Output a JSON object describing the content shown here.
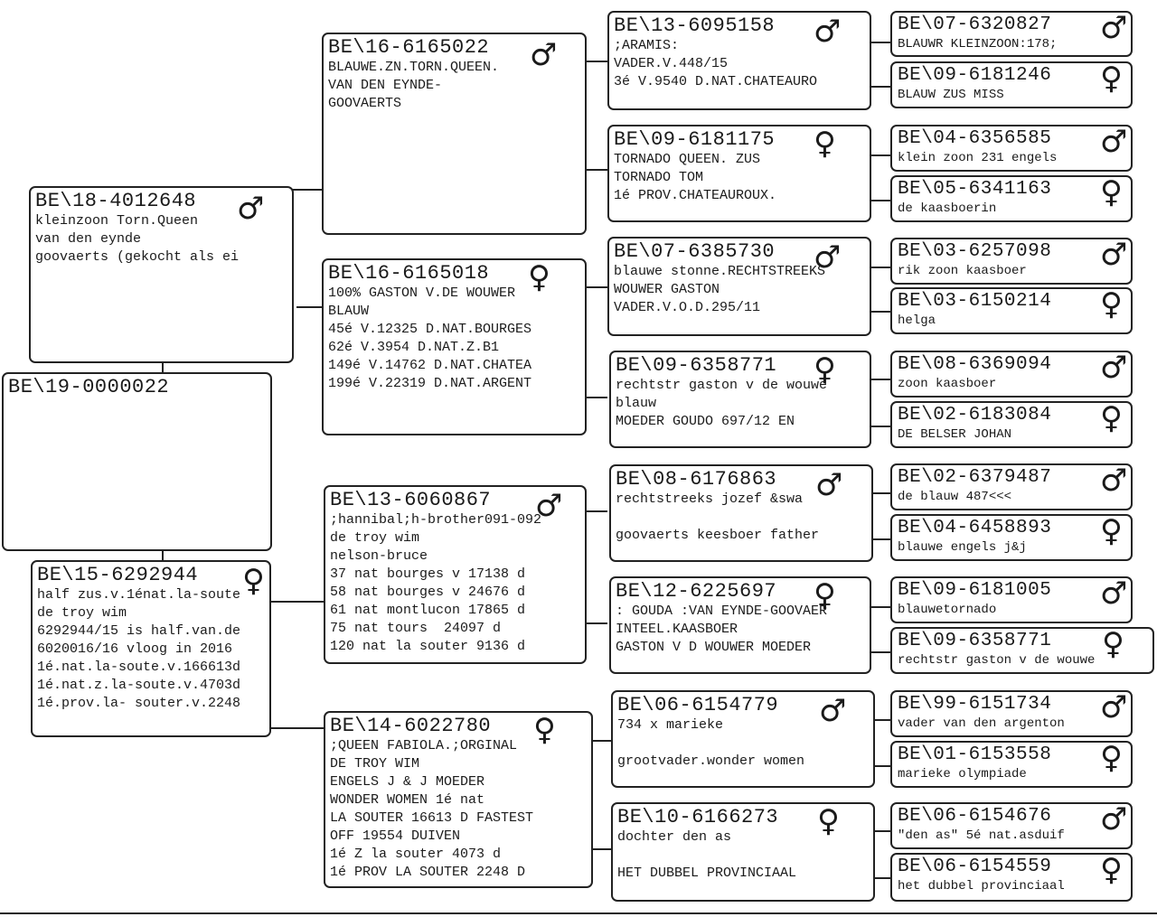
{
  "male_symbol": "♂",
  "female_symbol": "♀",
  "subject": {
    "ring": "BE\\19-0000022"
  },
  "p1": {
    "ring": "BE\\18-4012648",
    "lines": [
      "kleinzoon Torn.Queen",
      "van den eynde",
      "goovaerts (gekocht als ei"
    ]
  },
  "p2": {
    "ring": "BE\\15-6292944",
    "lines": [
      "half zus.v.1énat.la-soute",
      "de troy wim",
      "6292944/15 is half.van.de",
      "6020016/16 vloog in 2016",
      "1é.nat.la-soute.v.166613d",
      "1é.nat.z.la-soute.v.4703d",
      "1é.prov.la- souter.v.2248"
    ]
  },
  "g1": {
    "ring": "BE\\16-6165022",
    "lines": [
      "BLAUWE.ZN.TORN.QUEEN.",
      "VAN DEN EYNDE-",
      "GOOVAERTS"
    ]
  },
  "g2": {
    "ring": "BE\\16-6165018",
    "lines": [
      "100% GASTON V.DE WOUWER",
      "BLAUW",
      "45é V.12325 D.NAT.BOURGES",
      "62é V.3954 D.NAT.Z.B1",
      "149é V.14762 D.NAT.CHATEA",
      "199é V.22319 D.NAT.ARGENT"
    ]
  },
  "g3": {
    "ring": "BE\\13-6060867",
    "lines": [
      ";hannibal;h-brother091-092",
      "de troy wim",
      "nelson-bruce",
      "37 nat bourges v 17138 d",
      "58 nat bourges v 24676 d",
      "61 nat montlucon 17865 d",
      "75 nat tours  24097 d",
      "120 nat la souter 9136 d"
    ]
  },
  "g4": {
    "ring": "BE\\14-6022780",
    "lines": [
      ";QUEEN FABIOLA.;ORGINAL",
      "DE TROY WIM",
      "ENGELS J & J MOEDER",
      "WONDER WOMEN 1é nat",
      "LA SOUTER 16613 D FASTEST",
      "OFF 19554 DUIVEN",
      "1é Z la souter 4073 d",
      "1é PROV LA SOUTER 2248 D"
    ]
  },
  "gg1": {
    "ring": "BE\\13-6095158",
    "lines": [
      ";ARAMIS:",
      "VADER.V.448/15",
      "3é V.9540 D.NAT.CHATEAURO"
    ]
  },
  "gg2": {
    "ring": "BE\\09-6181175",
    "lines": [
      "TORNADO QUEEN. ZUS",
      "TORNADO TOM",
      "1é PROV.CHATEAUROUX."
    ]
  },
  "gg3": {
    "ring": "BE\\07-6385730",
    "lines": [
      "blauwe stonne.RECHTSTREEKS",
      "WOUWER GASTON",
      "VADER.V.O.D.295/11"
    ]
  },
  "gg4": {
    "ring": "BE\\09-6358771",
    "lines": [
      "rechtstr gaston v de wouwe",
      "blauw",
      "MOEDER GOUDO 697/12 EN"
    ]
  },
  "gg5": {
    "ring": "BE\\08-6176863",
    "lines": [
      "rechtstreeks jozef &swa",
      "",
      "goovaerts keesboer father"
    ]
  },
  "gg6": {
    "ring": "BE\\12-6225697",
    "lines": [
      ": GOUDA :VAN EYNDE-GOOVAER",
      "INTEEL.KAASBOER",
      "GASTON V D WOUWER MOEDER"
    ]
  },
  "gg7": {
    "ring": "BE\\06-6154779",
    "lines": [
      "734 x marieke",
      "",
      "grootvader.wonder women"
    ]
  },
  "gg8": {
    "ring": "BE\\10-6166273",
    "lines": [
      "dochter den as",
      "",
      "HET DUBBEL PROVINCIAAL"
    ]
  },
  "ggg": [
    {
      "ring": "BE\\07-6320827",
      "note": "BLAUWR KLEINZOON:178;"
    },
    {
      "ring": "BE\\09-6181246",
      "note": "BLAUW ZUS MISS"
    },
    {
      "ring": "BE\\04-6356585",
      "note": "klein zoon 231 engels"
    },
    {
      "ring": "BE\\05-6341163",
      "note": "de kaasboerin"
    },
    {
      "ring": "BE\\03-6257098",
      "note": "rik zoon kaasboer"
    },
    {
      "ring": "BE\\03-6150214",
      "note": "helga"
    },
    {
      "ring": "BE\\08-6369094",
      "note": "zoon kaasboer"
    },
    {
      "ring": "BE\\02-6183084",
      "note": "DE BELSER JOHAN"
    },
    {
      "ring": "BE\\02-6379487",
      "note": "de blauw 487<<<"
    },
    {
      "ring": "BE\\04-6458893",
      "note": "blauwe engels j&j"
    },
    {
      "ring": "BE\\09-6181005",
      "note": "blauwetornado"
    },
    {
      "ring": "BE\\09-6358771",
      "note": "rechtstr gaston v de wouwe"
    },
    {
      "ring": "BE\\99-6151734",
      "note": "vader van den argenton"
    },
    {
      "ring": "BE\\01-6153558",
      "note": "marieke olympiade"
    },
    {
      "ring": "BE\\06-6154676",
      "note": "\"den as\" 5é nat.asduif"
    },
    {
      "ring": "BE\\06-6154559",
      "note": "het dubbel provinciaal"
    }
  ]
}
